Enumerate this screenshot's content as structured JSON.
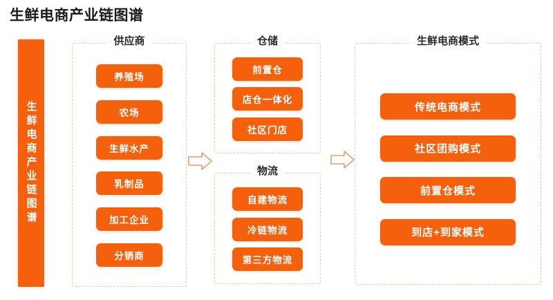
{
  "title": "生鲜电商产业链图谱",
  "colors": {
    "accent": "#F4600C",
    "dashed_border": "#F0C6A4",
    "title_text": "#1a1a1a",
    "node_text": "#ffffff",
    "background": "#ffffff"
  },
  "vertical_bar": {
    "label": "生鲜电商产业链图谱"
  },
  "groups": [
    {
      "key": "supplier",
      "title": "供应商",
      "nodes": [
        {
          "label": "养殖场"
        },
        {
          "label": "农场"
        },
        {
          "label": "生鲜水产"
        },
        {
          "label": "乳制品"
        },
        {
          "label": "加工企业"
        },
        {
          "label": "分销商"
        }
      ]
    },
    {
      "key": "warehouse",
      "title": "仓储",
      "nodes": [
        {
          "label": "前置仓"
        },
        {
          "label": "店仓一体化"
        },
        {
          "label": "社区门店"
        }
      ]
    },
    {
      "key": "logistics",
      "title": "物流",
      "nodes": [
        {
          "label": "自建物流"
        },
        {
          "label": "冷链物流"
        },
        {
          "label": "第三方物流"
        }
      ]
    },
    {
      "key": "model",
      "title": "生鲜电商模式",
      "nodes": [
        {
          "label": "传统电商模式"
        },
        {
          "label": "社区团购模式"
        },
        {
          "label": "前置仓模式"
        },
        {
          "label": "到店+到家模式"
        }
      ]
    }
  ],
  "arrows": [
    {
      "key": "supplier-to-warehouse",
      "direction": "right"
    },
    {
      "key": "warehouse-to-model",
      "direction": "right"
    }
  ]
}
